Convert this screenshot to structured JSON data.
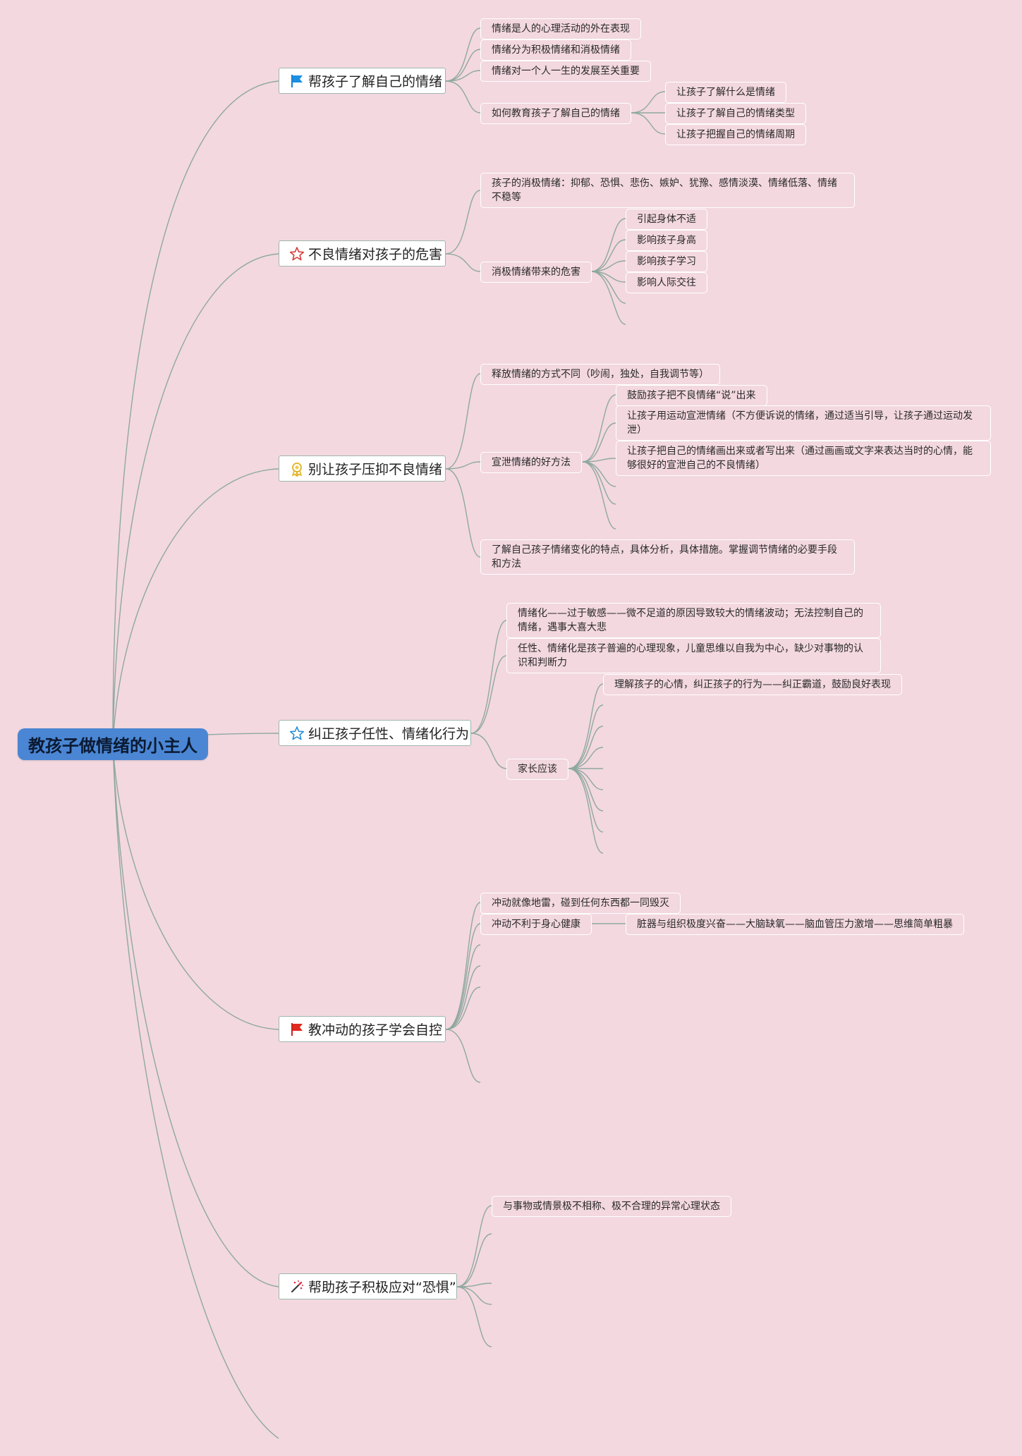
{
  "root": {
    "label": "教孩子做情绪的小主人"
  },
  "topics": [
    {
      "label": "帮孩子了解自己的情绪",
      "icon": "blue-flag-icon",
      "children": [
        {
          "label": "情绪是人的心理活动的外在表现"
        },
        {
          "label": "情绪分为积极情绪和消极情绪"
        },
        {
          "label": "情绪对一个人一生的发展至关重要"
        },
        {
          "label": "如何教育孩子了解自己的情绪",
          "children": [
            {
              "label": "让孩子了解什么是情绪"
            },
            {
              "label": "让孩子了解自己的情绪类型"
            },
            {
              "label": "让孩子把握自己的情绪周期"
            }
          ]
        }
      ]
    },
    {
      "label": "不良情绪对孩子的危害",
      "icon": "red-star-outline-icon",
      "children": [
        {
          "label": "孩子的消极情绪：抑郁、恐惧、悲伤、嫉妒、犹豫、感情淡漠、情绪低落、情绪不稳等"
        },
        {
          "label": "消极情绪带来的危害",
          "children": [
            {
              "label": "引起身体不适"
            },
            {
              "label": "影响孩子身高"
            },
            {
              "label": "影响孩子学习"
            },
            {
              "label": "影响人际交往"
            }
          ]
        }
      ]
    },
    {
      "label": "别让孩子压抑不良情绪",
      "icon": "gold-medal-icon",
      "children": [
        {
          "label": "释放情绪的方式不同（吵闹，独处，自我调节等）"
        },
        {
          "label": "宣泄情绪的好方法",
          "children": [
            {
              "label": "鼓励孩子把不良情绪“说”出来"
            },
            {
              "label": "让孩子用运动宣泄情绪（不方便诉说的情绪，通过适当引导，让孩子通过运动发泄）"
            },
            {
              "label": "让孩子把自己的情绪画出来或者写出来（通过画画或文字来表达当时的心情，能够很好的宣泄自己的不良情绪）"
            }
          ]
        },
        {
          "label": "了解自己孩子情绪变化的特点，具体分析，具体措施。掌握调节情绪的必要手段和方法"
        }
      ]
    },
    {
      "label": "纠正孩子任性、情绪化行为",
      "icon": "blue-star-outline-icon",
      "children": [
        {
          "label": "情绪化——过于敏感——微不足道的原因导致较大的情绪波动；无法控制自己的情绪，遇事大喜大悲"
        },
        {
          "label": "任性、情绪化是孩子普遍的心理现象，儿童思维以自我为中心，缺少对事物的认识和判断力"
        },
        {
          "label": "家长应该",
          "children": [
            {
              "label": "理解孩子的心情，纠正孩子的行为——纠正霸道，鼓励良好表现"
            }
          ]
        }
      ]
    },
    {
      "label": "教冲动的孩子学会自控",
      "icon": "red-flag-icon",
      "children": [
        {
          "label": "冲动就像地雷，碰到任何东西都一同毁灭"
        },
        {
          "label": "冲动不利于身心健康",
          "children": [
            {
              "label": "脏器与组织极度兴奋——大脑缺氧——脑血管压力激增——思维简单粗暴"
            }
          ]
        }
      ]
    },
    {
      "label": "帮助孩子积极应对“恐惧”",
      "icon": "magic-wand-icon",
      "children": [
        {
          "label": "与事物或情景极不相称、极不合理的异常心理状态"
        }
      ]
    }
  ]
}
